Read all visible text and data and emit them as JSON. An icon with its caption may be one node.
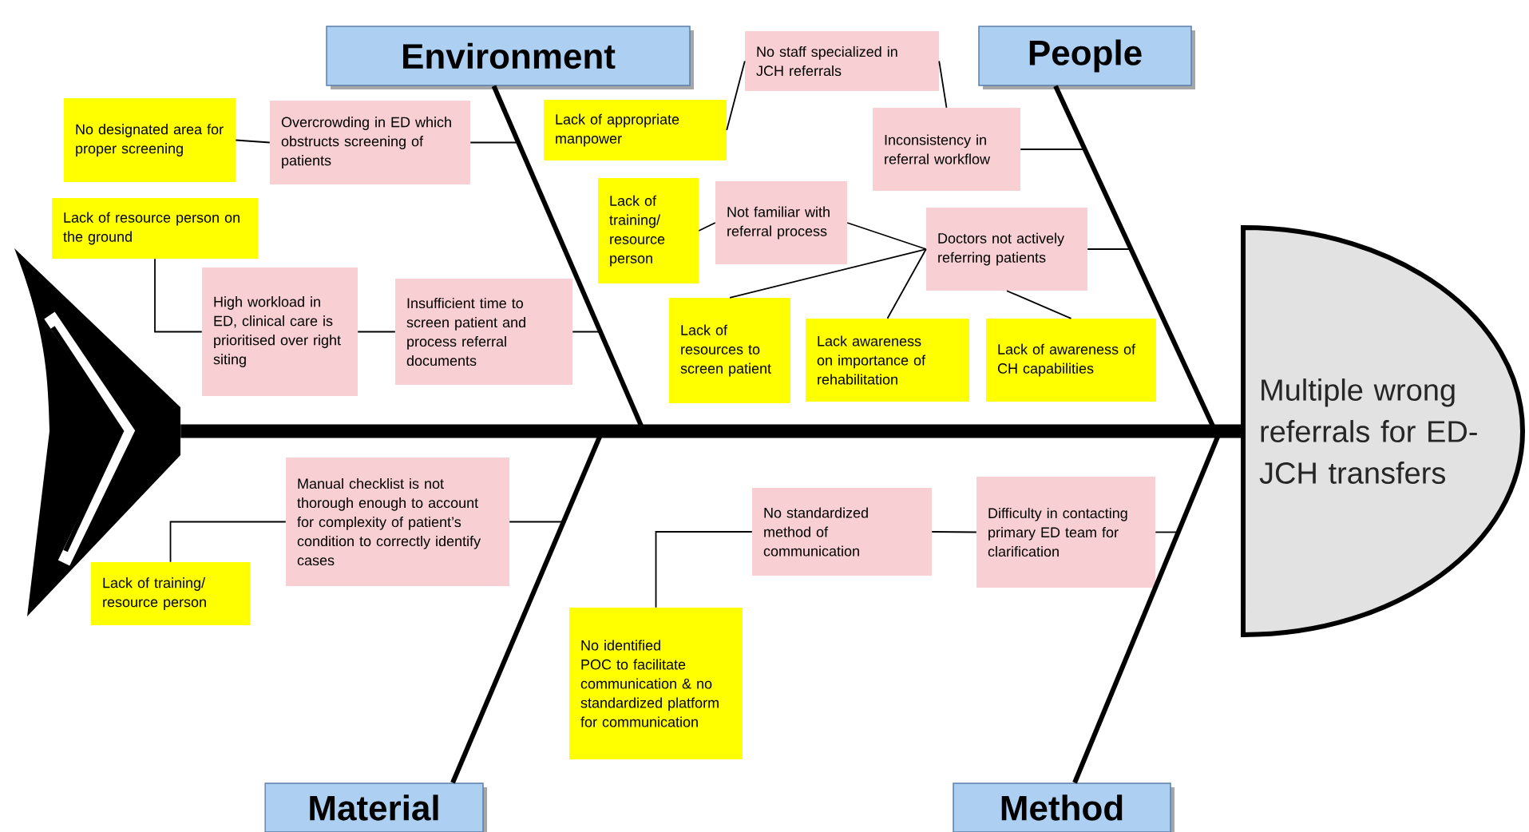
{
  "diagram": {
    "nodes": [
      {
        "text": [
          "Environment"
        ]
      },
      {
        "text": [
          "No staff specialized in JCH referrals"
        ]
      },
      {
        "text": [
          "People"
        ]
      },
      {
        "text": [
          "No designated area for proper screening"
        ]
      },
      {
        "text": [
          "Overcrowding in ED which obstructs screening of patients"
        ]
      },
      {
        "text": [
          "Lack of appropriate manpower"
        ]
      },
      {
        "text": [
          "Inconsistency in referral workflow"
        ]
      },
      {
        "text": [
          "Lack of resource person on the ground"
        ]
      },
      {
        "text": [
          "Lack of training/ resource person"
        ]
      },
      {
        "text": [
          "Not familiar with referral process"
        ]
      },
      {
        "text": [
          "Doctors not actively referring patients"
        ]
      },
      {
        "text": [
          "High workload in ED, clinical care is prioritised over right siting"
        ]
      },
      {
        "text": [
          "Insufficient time to screen patient and process referral documents"
        ]
      },
      {
        "text": [
          "Lack of resources to screen patient"
        ]
      },
      {
        "text": [
          "Lack awareness on importance of rehabilitation"
        ]
      },
      {
        "text": [
          "Lack of awareness of CH capabilities"
        ]
      },
      {
        "text": [],
        "shape": "chevron"
      },
      {
        "text": [
          "Multiple wrong referrals for ED-JCH transfers"
        ]
      },
      {
        "text": [
          "Manual checklist is not thorough enough to account for complexity of patient’s condition to correctly identify cases"
        ]
      },
      {
        "text": [
          "No standardized method of communication"
        ]
      },
      {
        "text": [
          "Difficulty in contacting primary ED team for clarification"
        ]
      },
      {
        "text": [
          "Lack of training/ resource person"
        ]
      },
      {
        "text": [
          "No identified POC to facilitate communication & no standardized platform for communication"
        ]
      },
      {
        "text": [
          "Material"
        ]
      },
      {
        "text": [
          "Method"
        ]
      }
    ],
    "edges": [
      {
        "from": 0,
        "to": null,
        "arrow": "none",
        "style": "thick"
      },
      {
        "from": 2,
        "to": null,
        "arrow": "none",
        "style": "thick"
      },
      {
        "from": 23,
        "to": null,
        "arrow": "none",
        "style": "thick"
      },
      {
        "from": 24,
        "to": null,
        "arrow": "none",
        "style": "thick"
      },
      {
        "from": 16,
        "to": 17,
        "arrow": "none",
        "style": "thick"
      },
      {
        "from": 3,
        "to": 4,
        "arrow": "none"
      },
      {
        "from": 4,
        "to": null,
        "arrow": "none"
      },
      {
        "from": 5,
        "to": 1,
        "arrow": "none"
      },
      {
        "from": 1,
        "to": 6,
        "arrow": "none"
      },
      {
        "from": 6,
        "to": null,
        "arrow": "none"
      },
      {
        "from": 7,
        "to": 11,
        "arrow": "none"
      },
      {
        "from": 11,
        "to": 12,
        "arrow": "none"
      },
      {
        "from": 12,
        "to": null,
        "arrow": "none"
      },
      {
        "from": 8,
        "to": 9,
        "arrow": "none"
      },
      {
        "from": 9,
        "to": 10,
        "arrow": "none"
      },
      {
        "from": 13,
        "to": 10,
        "arrow": "none"
      },
      {
        "from": 14,
        "to": 10,
        "arrow": "none"
      },
      {
        "from": 15,
        "to": 10,
        "arrow": "none"
      },
      {
        "from": 10,
        "to": null,
        "arrow": "none"
      },
      {
        "from": 21,
        "to": 18,
        "arrow": "none"
      },
      {
        "from": 18,
        "to": null,
        "arrow": "none"
      },
      {
        "from": 22,
        "to": 19,
        "arrow": "none"
      },
      {
        "from": 19,
        "to": 20,
        "arrow": "none"
      },
      {
        "from": 20,
        "to": null,
        "arrow": "none"
      }
    ]
  }
}
